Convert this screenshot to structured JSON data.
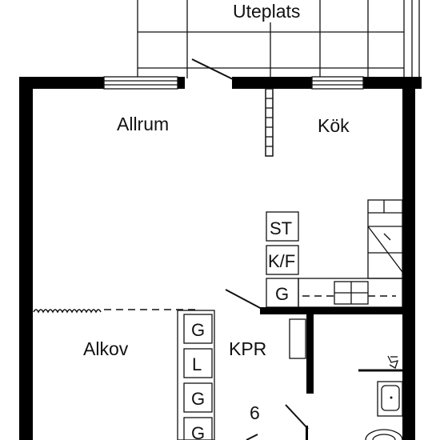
{
  "rooms": {
    "patio": "Uteplats",
    "living": "Allrum",
    "kitchen": "Kök",
    "alcove": "Alkov",
    "closet": "KPR"
  },
  "appliances": {
    "stove": "ST",
    "fridge_freezer": "K/F",
    "kitchen_cabinet": "G"
  },
  "wardrobes": [
    "G",
    "L",
    "G",
    "G"
  ],
  "marker_number": "6"
}
